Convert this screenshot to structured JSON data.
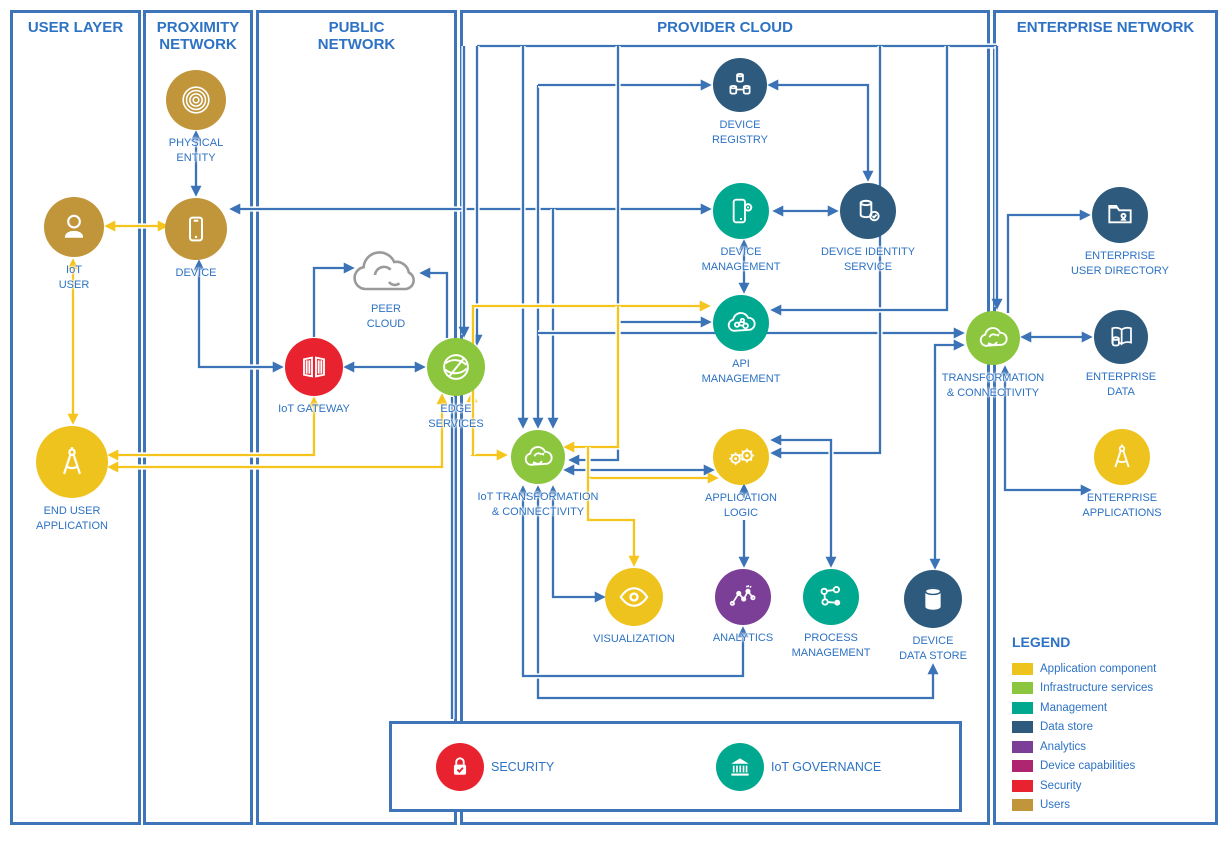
{
  "layers": [
    {
      "title": "USER LAYER"
    },
    {
      "title": "PROXIMITY\nNETWORK"
    },
    {
      "title": "PUBLIC\nNETWORK"
    },
    {
      "title": "PROVIDER CLOUD"
    },
    {
      "title": "ENTERPRISE NETWORK"
    }
  ],
  "nodes": {
    "physical_entity": {
      "label": "PHYSICAL\nENTITY"
    },
    "iot_user": {
      "label": "IoT\nUSER"
    },
    "device": {
      "label": "DEVICE"
    },
    "peer_cloud": {
      "label": "PEER\nCLOUD"
    },
    "iot_gateway": {
      "label": "IoT GATEWAY"
    },
    "edge_services": {
      "label": "EDGE\nSERVICES"
    },
    "iot_tc": {
      "label": "IoT TRANSFORMATION\n& CONNECTIVITY"
    },
    "end_user_app": {
      "label": "END USER\nAPPLICATION"
    },
    "device_registry": {
      "label": "DEVICE\nREGISTRY"
    },
    "device_mgmt": {
      "label": "DEVICE\nMANAGEMENT"
    },
    "device_identity": {
      "label": "DEVICE IDENTITY\nSERVICE"
    },
    "api_mgmt": {
      "label": "API\nMANAGEMENT"
    },
    "app_logic": {
      "label": "APPLICATION\nLOGIC"
    },
    "visualization": {
      "label": "VISUALIZATION"
    },
    "analytics": {
      "label": "ANALYTICS"
    },
    "process_mgmt": {
      "label": "PROCESS\nMANAGEMENT"
    },
    "device_data_store": {
      "label": "DEVICE\nDATA STORE"
    },
    "tc_right": {
      "label": "TRANSFORMATION\n& CONNECTIVITY"
    },
    "ent_user_dir": {
      "label": "ENTERPRISE\nUSER DIRECTORY"
    },
    "ent_data": {
      "label": "ENTERPRISE\nDATA"
    },
    "ent_apps": {
      "label": "ENTERPRISE\nAPPLICATIONS"
    },
    "security": {
      "label": "SECURITY"
    },
    "governance": {
      "label": "IoT GOVERNANCE"
    }
  },
  "legend": {
    "title": "LEGEND",
    "items": [
      {
        "label": "Application component",
        "color": "#EFC31E"
      },
      {
        "label": "Infrastructure services",
        "color": "#8CC63F"
      },
      {
        "label": "Management",
        "color": "#00A88F"
      },
      {
        "label": "Data store",
        "color": "#2E5B7D"
      },
      {
        "label": "Analytics",
        "color": "#7C3F98"
      },
      {
        "label": "Device capabilities",
        "color": "#B0256F"
      },
      {
        "label": "Security",
        "color": "#E8232F"
      },
      {
        "label": "Users",
        "color": "#C1953A"
      }
    ]
  },
  "colors": {
    "line_blue": "#3B73B6",
    "line_yellow": "#F5C51D",
    "text_blue": "#2D72C4",
    "border_blue": "#3E74B8"
  }
}
